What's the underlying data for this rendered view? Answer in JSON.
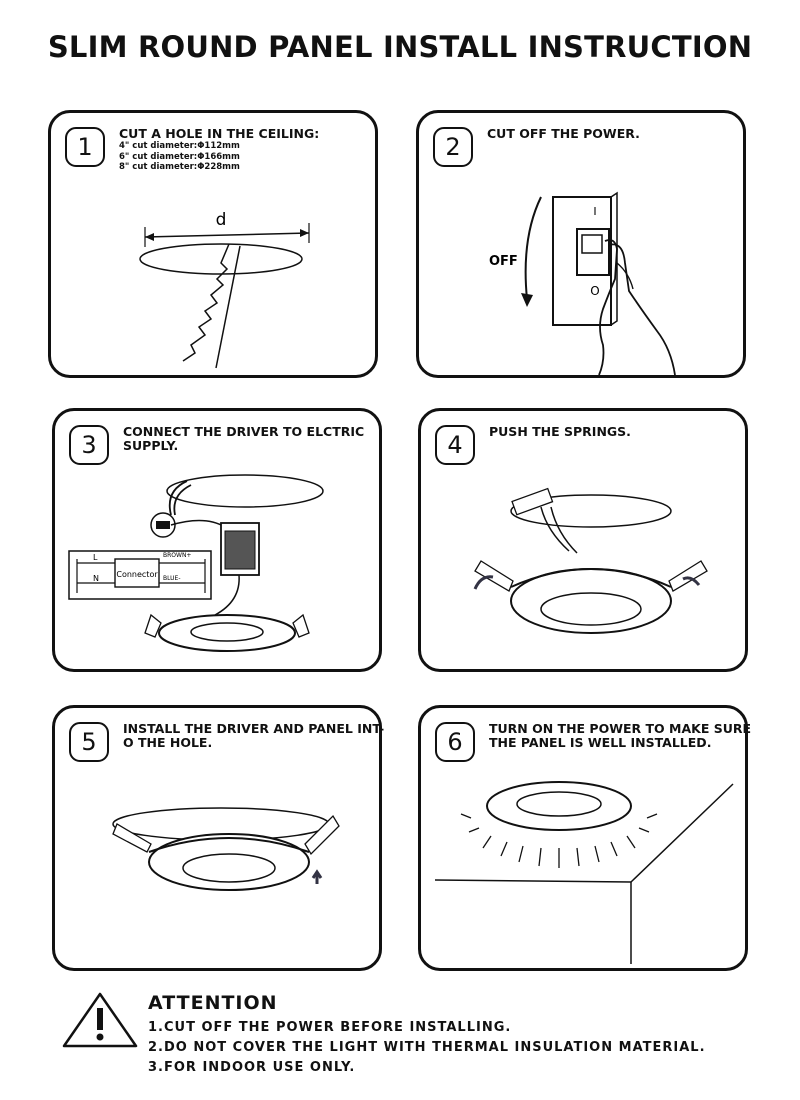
{
  "title": "SLIM ROUND PANEL INSTALL INSTRUCTION",
  "steps": [
    {
      "number": "1",
      "text": "CUT A HOLE IN THE CEILING:",
      "details": [
        "4\" cut diameter:Φ112mm",
        "6\" cut diameter:Φ166mm",
        "8\" cut diameter:Φ228mm"
      ],
      "label": "d"
    },
    {
      "number": "2",
      "text": "CUT OFF THE POWER.",
      "label": "OFF",
      "switch_on": "I",
      "switch_off": "O"
    },
    {
      "number": "3",
      "text": "CONNECT THE DRIVER TO ELCTRIC\nSUPPLY.",
      "connector": "Connector",
      "wire_l": "L",
      "wire_n": "N",
      "brown": "BROWN+",
      "blue": "BLUE-"
    },
    {
      "number": "4",
      "text": "PUSH THE SPRINGS."
    },
    {
      "number": "5",
      "text": "INSTALL THE DRIVER AND PANEL INT-\nO THE HOLE."
    },
    {
      "number": "6",
      "text": "TURN ON THE POWER TO MAKE SURE\nTHE PANEL IS WELL INSTALLED."
    }
  ],
  "attention": {
    "title": "ATTENTION",
    "items": [
      "1.CUT OFF THE POWER BEFORE INSTALLING.",
      "2.DO NOT COVER THE LIGHT WITH THERMAL INSULATION MATERIAL.",
      "3.FOR INDOOR USE ONLY."
    ],
    "icon": "warning-triangle-icon"
  }
}
